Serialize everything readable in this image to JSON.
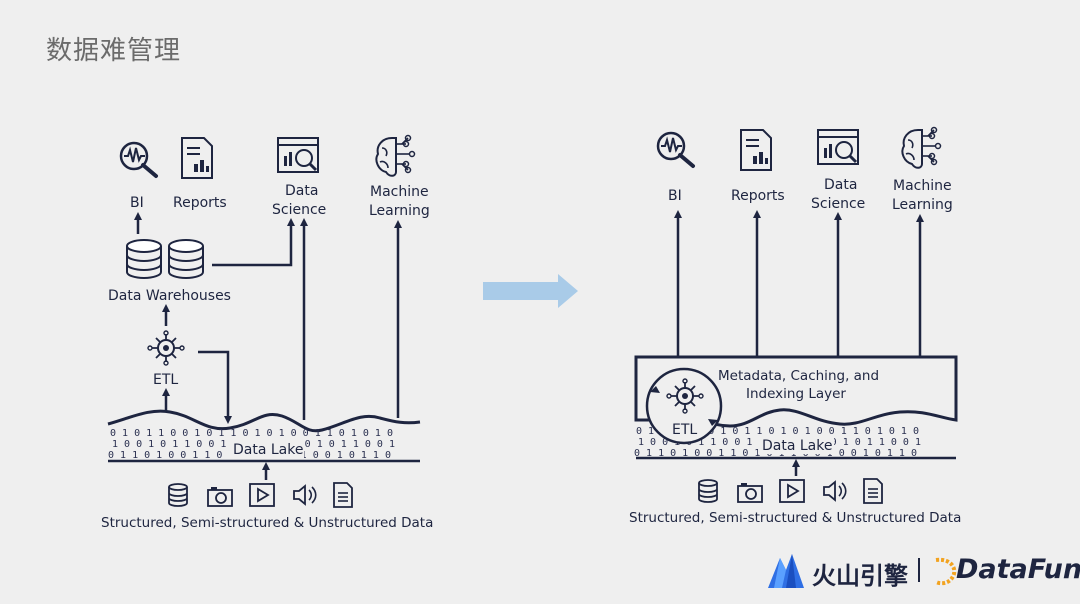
{
  "title": "数据难管理",
  "left": {
    "consumers": {
      "bi": "BI",
      "reports": "Reports",
      "ds1": "Data",
      "ds2": "Science",
      "ml1": "Machine",
      "ml2": "Learning"
    },
    "warehouses": "Data Warehouses",
    "etl": "ETL",
    "lake": "Data Lake",
    "sources": "Structured, Semi-structured & Unstructured Data"
  },
  "right": {
    "consumers": {
      "bi": "BI",
      "reports": "Reports",
      "ds1": "Data",
      "ds2": "Science",
      "ml1": "Machine",
      "ml2": "Learning"
    },
    "layer1": "Metadata, Caching, and",
    "layer2": "Indexing Layer",
    "etl": "ETL",
    "lake": "Data Lake",
    "sources": "Structured, Semi-structured & Unstructured Data"
  },
  "bits_row1": "0 1 0 1 1 0 0 1 0 1 1 0 1 0 1 0 0 1 1 0 1 0 1 0",
  "bits_row2": "1 0 0 1 0 1 1 0 0 1 0 1 0 0 1 1 0 1 0 1 1 0 0 1",
  "bits_row3": "0 1 1 0 1 0 0 1 1 0 1 0 1 1 0 0 1 0 0 1 0 1 1 0",
  "brand": {
    "name_cn": "火山引擎",
    "partner": "DataFun."
  },
  "colors": {
    "ink": "#1e2540",
    "arrow_accent": "#a9cbe8",
    "brand_blue": "#2f6fe4",
    "datafun_orange": "#f2a320"
  }
}
